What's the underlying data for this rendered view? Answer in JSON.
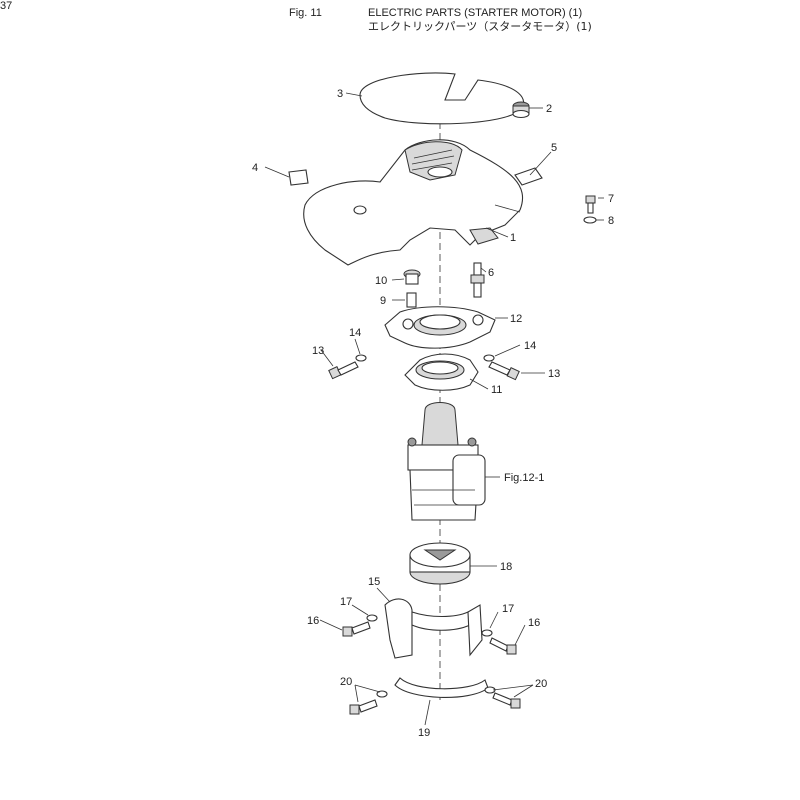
{
  "header": {
    "fig_label": "Fig. 11",
    "title_en": "ELECTRIC PARTS (STARTER MOTOR) (1)",
    "title_ja": "エレクトリックパーツ（スタータモータ）(1)"
  },
  "page_number": "37",
  "callouts": {
    "c1": "1",
    "c2": "2",
    "c3": "3",
    "c4": "4",
    "c5": "5",
    "c6": "6",
    "c7": "7",
    "c8": "8",
    "c9": "9",
    "c10": "10",
    "c11": "11",
    "c12": "12",
    "c13a": "13",
    "c13b": "13",
    "c14a": "14",
    "c14b": "14",
    "c15": "15",
    "c16a": "16",
    "c16b": "16",
    "c17a": "17",
    "c17b": "17",
    "c18": "18",
    "c19": "19",
    "c20a": "20",
    "c20b": "20",
    "fig_ref": "Fig.12-1"
  }
}
